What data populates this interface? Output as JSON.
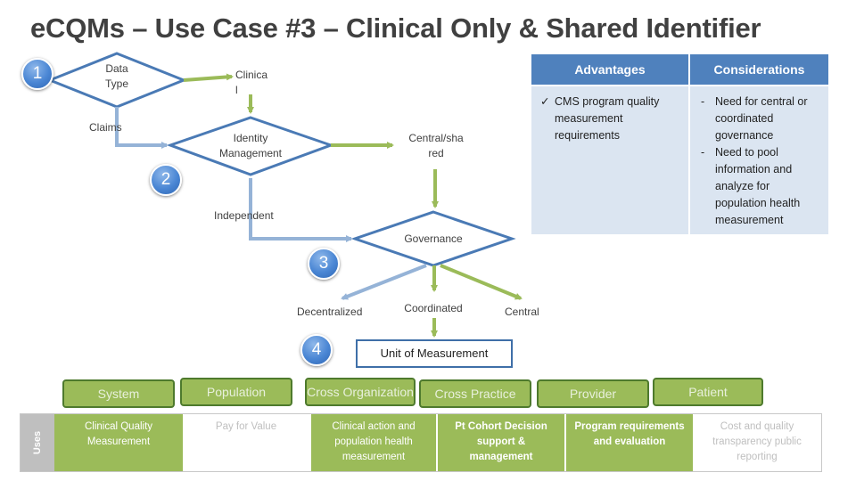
{
  "title": "eCQMs – Use Case #3 – Clinical Only & Shared Identifier",
  "flow": {
    "nodes": {
      "data_type": "Data\nType",
      "identity": "Identity\nManagement",
      "governance": "Governance",
      "unit": "Unit of Measurement"
    },
    "labels": {
      "clinical": "Clinica\nl",
      "claims": "Claims",
      "central_shared": "Central/sha\nred",
      "independent": "Independent",
      "decentralized": "Decentralized",
      "coordinated": "Coordinated",
      "central": "Central"
    },
    "badges": [
      "1",
      "2",
      "3",
      "4"
    ]
  },
  "table": {
    "headers": [
      "Advantages",
      "Considerations"
    ],
    "advantages": [
      "CMS program quality measurement requirements"
    ],
    "considerations": [
      "Need for central or coordinated governance",
      "Need to pool information and analyze for population health measurement"
    ]
  },
  "pills": [
    "System",
    "Population",
    "Cross Organization",
    "Cross Practice",
    "Provider",
    "Patient"
  ],
  "uses": {
    "header": "Uses",
    "cells": [
      "Clinical Quality Measurement",
      "Pay for Value",
      "Clinical action and population health measurement",
      "Pt Cohort Decision support  & management",
      "Program requirements and evaluation",
      "Cost and quality transparency public reporting"
    ]
  },
  "colors": {
    "diamond_border": "#4a7ab5",
    "green_arrow": "#9bbb59",
    "blue_arrow": "#95b3d7",
    "header_blue": "#4f81bd",
    "cell_blue": "#dbe5f1"
  }
}
